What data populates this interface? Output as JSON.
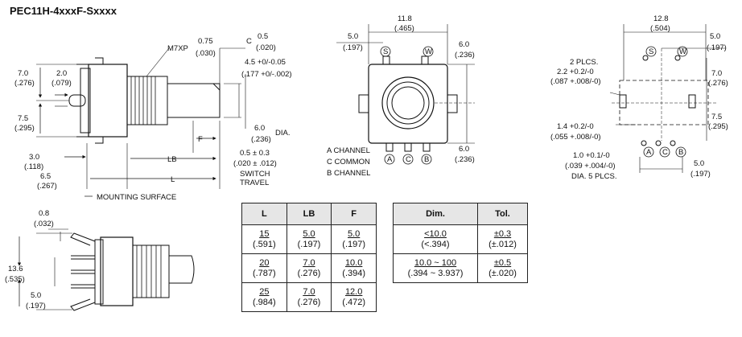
{
  "title": "PEC11H-4xxxF-Sxxxx",
  "side_view": {
    "d_7_0": "7.0",
    "d_7_0_in": "(.276)",
    "d_2_0": "2.0",
    "d_2_0_in": "(.079)",
    "d_7_5": "7.5",
    "d_7_5_in": "(.295)",
    "d_3_0": "3.0",
    "d_3_0_in": "(.118)",
    "d_6_5": "6.5",
    "d_6_5_in": "(.267)",
    "thread": "M7XP",
    "thread_v": "0.75",
    "thread_v_in": "(.030)",
    "c": "C",
    "c_v": "0.5",
    "c_v_in": "(.020)",
    "shaft": "4.5 +0/-0.05",
    "shaft_in": "(.177 +0/-.002)",
    "dia": "6.0",
    "dia_in": "(.236)",
    "dia_lbl": "DIA.",
    "f": "F",
    "lb": "LB",
    "l": "L",
    "travel": "0.5 ± 0.3",
    "travel_in": "(.020 ± .012)",
    "switch": "SWITCH",
    "travel_lbl": "TRAVEL",
    "mounting": "MOUNTING SURFACE"
  },
  "front_view": {
    "w": "11.8",
    "w_in": "(.465)",
    "d5": "5.0",
    "d5_in": "(.197)",
    "d6a": "6.0",
    "d6a_in": "(.236)",
    "d6b": "6.0",
    "d6b_in": "(.236)",
    "s": "S",
    "wpin": "W",
    "a": "A",
    "c": "C",
    "b": "B",
    "legend_a": "A  CHANNEL",
    "legend_c": "C  COMMON",
    "legend_b": "B  CHANNEL"
  },
  "pcb_view": {
    "w": "12.8",
    "w_in": "(.504)",
    "r5": "5.0",
    "r5_in": "(.197)",
    "r7": "7.0",
    "r7_in": "(.276)",
    "r75": "7.5",
    "r75_in": "(.295)",
    "plcs": "2 PLCS.",
    "plcs_v": "2.2 +0.2/-0",
    "plcs_in": "(.087 +.008/-0)",
    "h": "1.4 +0.2/-0",
    "h_in": "(.055 +.008/-0)",
    "hole": "1.0 +0.1/-0",
    "hole_in": "(.039 +.004/-0)",
    "hole_lbl": "DIA. 5 PLCS.",
    "b5": "5.0",
    "b5_in": "(.197)",
    "s": "S",
    "wpin": "W",
    "a": "A",
    "c": "C",
    "b": "B"
  },
  "bottom_view": {
    "d08": "0.8",
    "d08_in": "(.032)",
    "d136": "13.6",
    "d136_in": "(.535)",
    "d5": "5.0",
    "d5_in": "(.197)"
  },
  "table1": {
    "headers": [
      "L",
      "LB",
      "F"
    ],
    "rows": [
      [
        [
          "15",
          "(.591)"
        ],
        [
          "5.0",
          "(.197)"
        ],
        [
          "5.0",
          "(.197)"
        ]
      ],
      [
        [
          "20",
          "(.787)"
        ],
        [
          "7.0",
          "(.276)"
        ],
        [
          "10.0",
          "(.394)"
        ]
      ],
      [
        [
          "25",
          "(.984)"
        ],
        [
          "7.0",
          "(.276)"
        ],
        [
          "12.0",
          "(.472)"
        ]
      ]
    ]
  },
  "table2": {
    "headers": [
      "Dim.",
      "Tol."
    ],
    "rows": [
      [
        [
          "<10.0",
          "(<.394)"
        ],
        [
          "±0.3",
          "(±.012)"
        ]
      ],
      [
        [
          "10.0 ~ 100",
          "(.394 ~ 3.937)"
        ],
        [
          "±0.5",
          "(±.020)"
        ]
      ]
    ]
  }
}
